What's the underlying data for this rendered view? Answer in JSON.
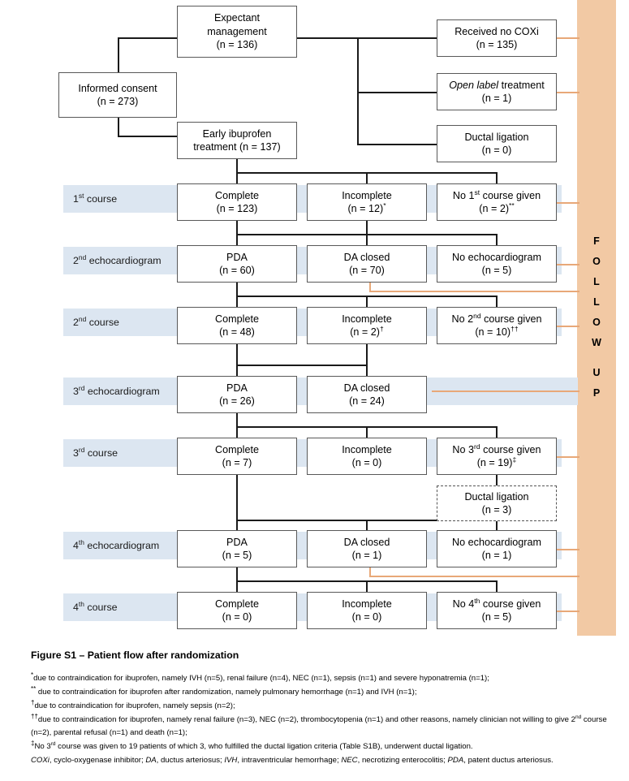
{
  "figure": {
    "caption": "Figure S1 – Patient flow after randomization",
    "followup_label": "FOLLOW UP",
    "colors": {
      "followup_bar": "#F2C9A4",
      "row_strip": "#DCE6F1",
      "connector": "#1a1a1a",
      "orange_connector": "#E8A878",
      "box_border": "#595959"
    }
  },
  "row_labels": [
    {
      "id": "course-1",
      "text": "1st course",
      "ordinal": "1",
      "suffix": "st",
      "rest": " course"
    },
    {
      "id": "echo-2",
      "text": "2nd echocardiogram",
      "ordinal": "2",
      "suffix": "nd",
      "rest": " echocardiogram"
    },
    {
      "id": "course-2",
      "text": "2nd course",
      "ordinal": "2",
      "suffix": "nd",
      "rest": " course"
    },
    {
      "id": "echo-3",
      "text": "3rd echocardiogram",
      "ordinal": "3",
      "suffix": "rd",
      "rest": " echocardiogram"
    },
    {
      "id": "course-3",
      "text": "3rd course",
      "ordinal": "3",
      "suffix": "rd",
      "rest": " course"
    },
    {
      "id": "echo-4",
      "text": "4th echocardiogram",
      "ordinal": "4",
      "suffix": "th",
      "rest": " echocardiogram"
    },
    {
      "id": "course-4",
      "text": "4th course",
      "ordinal": "4",
      "suffix": "th",
      "rest": " course"
    }
  ],
  "boxes": {
    "informed_consent": {
      "line1": "Informed consent",
      "line2": "(n = 273)"
    },
    "expectant": {
      "line1": "Expectant",
      "line1b": "management",
      "line2": "(n = 136)"
    },
    "early_ibuprofen": {
      "line1": "Early ibuprofen",
      "line2": "treatment (n = 137)"
    },
    "no_coxi": {
      "line1": "Received no COXi",
      "line2": "(n = 135)"
    },
    "open_label": {
      "line1": "'Open label' treatment",
      "line1_italic": "Open label",
      "line1_rest": " treatment",
      "line2": "(n = 1)"
    },
    "ductal_ligation_0": {
      "line1": "Ductal ligation",
      "line2": "(n = 0)"
    },
    "c1_complete": {
      "line1": "Complete",
      "line2": "(n = 123)"
    },
    "c1_incomplete": {
      "line1": "Incomplete",
      "line2": "(n = 12)*",
      "n": "(n = 12)",
      "mark": "*"
    },
    "c1_none": {
      "line1": "No 1st course given",
      "line1_ord": "1",
      "line1_sup": "st",
      "line1_a": "No ",
      "line1_b": " course given",
      "line2": "(n = 2)**",
      "n": "(n = 2)",
      "mark": "**"
    },
    "e2_pda": {
      "line1": "PDA",
      "line2": "(n = 60)"
    },
    "e2_closed": {
      "line1": "DA closed",
      "line2": "(n = 70)"
    },
    "e2_noecho": {
      "line1": "No echocardiogram",
      "line2": "(n = 5)"
    },
    "c2_complete": {
      "line1": "Complete",
      "line2": "(n = 48)"
    },
    "c2_incomplete": {
      "line1": "Incomplete",
      "line2": "(n = 2)†",
      "n": "(n = 2)",
      "mark": "†"
    },
    "c2_none": {
      "line1": "No 2nd course given",
      "line1_ord": "2",
      "line1_sup": "nd",
      "line1_a": "No ",
      "line1_b": " course given",
      "line2": "(n = 10)††",
      "n": "(n = 10)",
      "mark": "††"
    },
    "e3_pda": {
      "line1": "PDA",
      "line2": "(n = 26)"
    },
    "e3_closed": {
      "line1": "DA closed",
      "line2": "(n = 24)"
    },
    "c3_complete": {
      "line1": "Complete",
      "line2": "(n = 7)"
    },
    "c3_incomplete": {
      "line1": "Incomplete",
      "line2": "(n = 0)"
    },
    "c3_none": {
      "line1": "No 3rd course given",
      "line1_ord": "3",
      "line1_sup": "rd",
      "line1_a": "No ",
      "line1_b": " course given",
      "line2": "(n = 19)‡",
      "n": "(n = 19)",
      "mark": "‡"
    },
    "ductal_ligation_3": {
      "line1": "Ductal ligation",
      "line2": "(n = 3)"
    },
    "e4_pda": {
      "line1": "PDA",
      "line2": "(n = 5)"
    },
    "e4_closed": {
      "line1": "DA closed",
      "line2": "(n = 1)"
    },
    "e4_noecho": {
      "line1": "No echocardiogram",
      "line2": "(n = 1)"
    },
    "c4_complete": {
      "line1": "Complete",
      "line2": "(n = 0)"
    },
    "c4_incomplete": {
      "line1": "Incomplete",
      "line2": "(n = 0)"
    },
    "c4_none": {
      "line1": "No 4th course given",
      "line1_ord": "4",
      "line1_sup": "th",
      "line1_a": "No ",
      "line1_b": " course given",
      "line2": "(n = 5)"
    }
  },
  "footnotes": [
    {
      "mark": "*",
      "text": "due to contraindication for ibuprofen, namely IVH (n=5), renal failure (n=4), NEC (n=1), sepsis (n=1) and severe hyponatremia (n=1);"
    },
    {
      "mark": "**",
      "text": " due to contraindication for ibuprofen after randomization, namely pulmonary hemorrhage (n=1) and IVH (n=1);"
    },
    {
      "mark": "†",
      "text": "due to contraindication for ibuprofen, namely sepsis (n=2);"
    },
    {
      "mark": "††",
      "text": "due to contraindication for ibuprofen, namely renal failure (n=3), NEC (n=2), thrombocytopenia (n=1) and other reasons, namely clinician not willing to give 2nd course (n=2), parental refusal (n=1) and death (n=1);"
    },
    {
      "mark": "‡",
      "text": "No 3rd course was given to 19 patients of which 3, who fulfilled the ductal ligation criteria (Table S1B), underwent ductal ligation."
    }
  ],
  "abbreviations": "COXi, cyclo-oxygenase inhibitor; DA, ductus arteriosus; IVH, intraventricular hemorrhage; NEC, necrotizing enterocolitis; PDA, patent ductus arteriosus."
}
